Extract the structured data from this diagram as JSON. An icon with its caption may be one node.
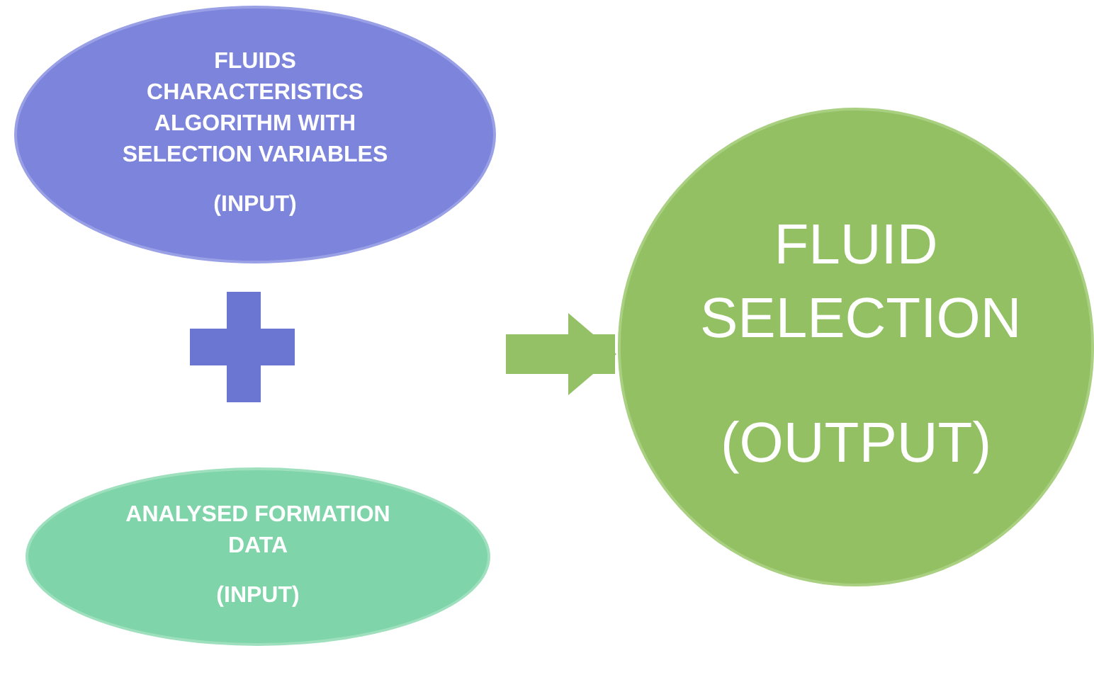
{
  "diagram": {
    "nodes": [
      {
        "text": [
          "FLUIDS CHARACTERISTICS ALGORITHM  WITH SELECTION VARIABLES",
          "(INPUT)"
        ]
      },
      {
        "text": [
          "ANALYSED FORMATION DATA",
          "(INPUT)"
        ]
      },
      {
        "text": [
          "FLUID SELECTION",
          "(OUTPUT)"
        ]
      }
    ],
    "edges": [
      {
        "from": null,
        "to": 2,
        "arrow": "to"
      }
    ]
  }
}
